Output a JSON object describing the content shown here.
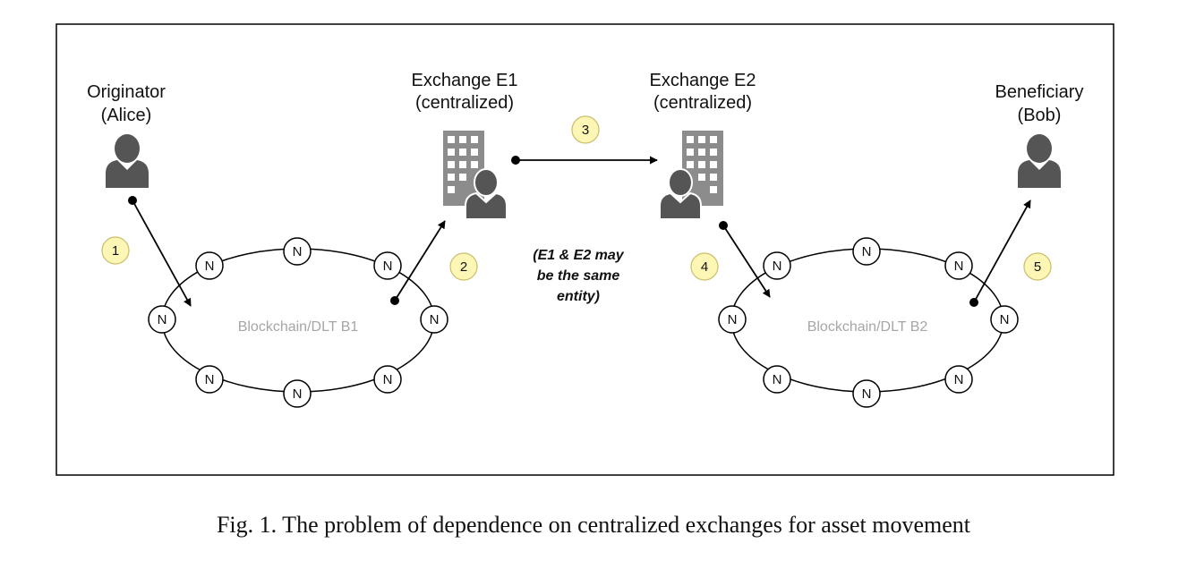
{
  "diagram": {
    "actors": {
      "originator": {
        "line1": "Originator",
        "line2": "(Alice)",
        "icon": "person-icon"
      },
      "exchange_e1": {
        "line1": "Exchange E1",
        "line2": "(centralized)",
        "icon": "building-person-icon"
      },
      "exchange_e2": {
        "line1": "Exchange E2",
        "line2": "(centralized)",
        "icon": "building-person-icon"
      },
      "beneficiary": {
        "line1": "Beneficiary",
        "line2": "(Bob)",
        "icon": "person-icon"
      }
    },
    "chains": {
      "b1": {
        "label": "Blockchain/DLT B1",
        "node_label": "N"
      },
      "b2": {
        "label": "Blockchain/DLT B2",
        "node_label": "N"
      }
    },
    "steps": [
      "1",
      "2",
      "3",
      "4",
      "5"
    ],
    "note": {
      "line1": "(E1 & E2 may",
      "line2": "be the same",
      "line3": "entity)"
    },
    "colors": {
      "step_fill": "#fdf6b4",
      "step_stroke": "#c9be6a",
      "icon": "#555555",
      "building": "#8c8c8c",
      "chain_label": "#a6a6a6"
    }
  },
  "caption": "Fig. 1.  The problem of dependence on centralized exchanges for asset movement"
}
